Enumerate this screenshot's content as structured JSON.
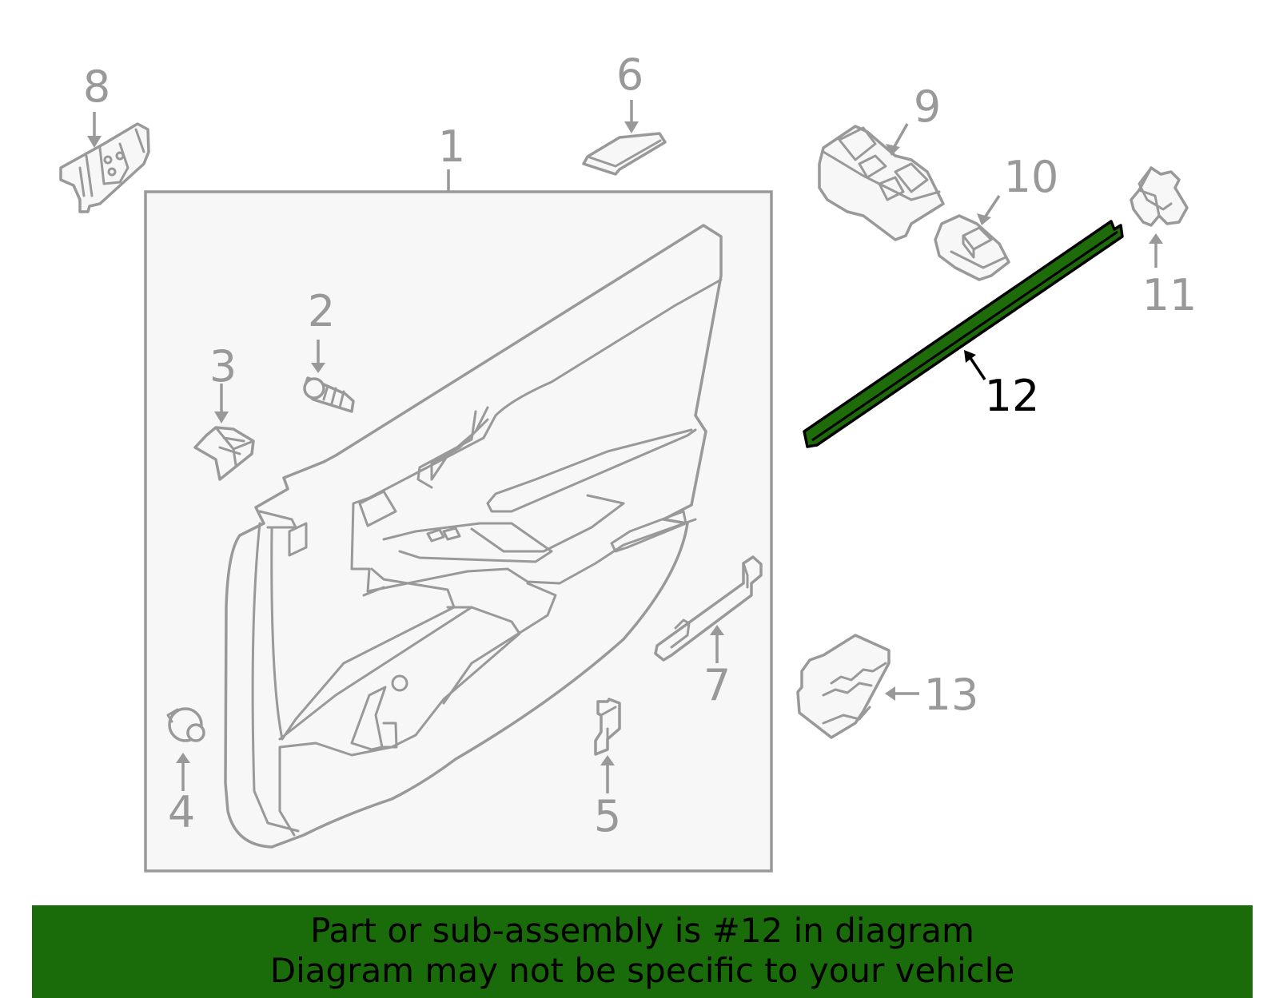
{
  "diagram": {
    "callouts": [
      "1",
      "2",
      "3",
      "4",
      "5",
      "6",
      "7",
      "8",
      "9",
      "10",
      "11",
      "12",
      "13"
    ],
    "highlighted_callout": "12",
    "colors": {
      "part_stroke": "#999999",
      "highlight_fill": "#1e6b0a",
      "highlight_stroke": "#000000"
    }
  },
  "banner": {
    "line1": "Part or sub-assembly is #12 in diagram",
    "line2": "Diagram may not be specific to your vehicle",
    "background": "#1a6b0a"
  }
}
